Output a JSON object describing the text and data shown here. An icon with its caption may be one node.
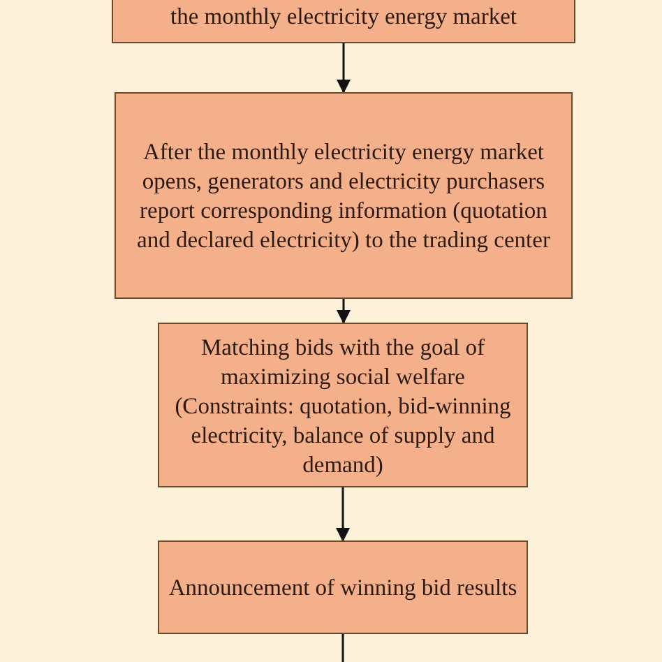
{
  "diagram": {
    "nodes": [
      {
        "text": [
          "the monthly electricity energy market"
        ]
      },
      {
        "text": [
          "After the monthly electricity energy market opens, generators and electricity purchasers report corresponding information (quotation and declared electricity) to the trading center"
        ]
      },
      {
        "text": [
          "Matching bids with the goal of maximizing social welfare (Constraints: quotation, bid-winning electricity, balance of supply and demand)"
        ]
      },
      {
        "text": [
          "Announcement of winning bid results"
        ]
      }
    ],
    "edges": [
      {
        "from": 0,
        "to": 1,
        "arrow": "to"
      },
      {
        "from": 1,
        "to": 2,
        "arrow": "to"
      },
      {
        "from": 2,
        "to": 3,
        "arrow": "to"
      },
      {
        "from": 3,
        "to": null,
        "arrow": "none"
      }
    ]
  }
}
